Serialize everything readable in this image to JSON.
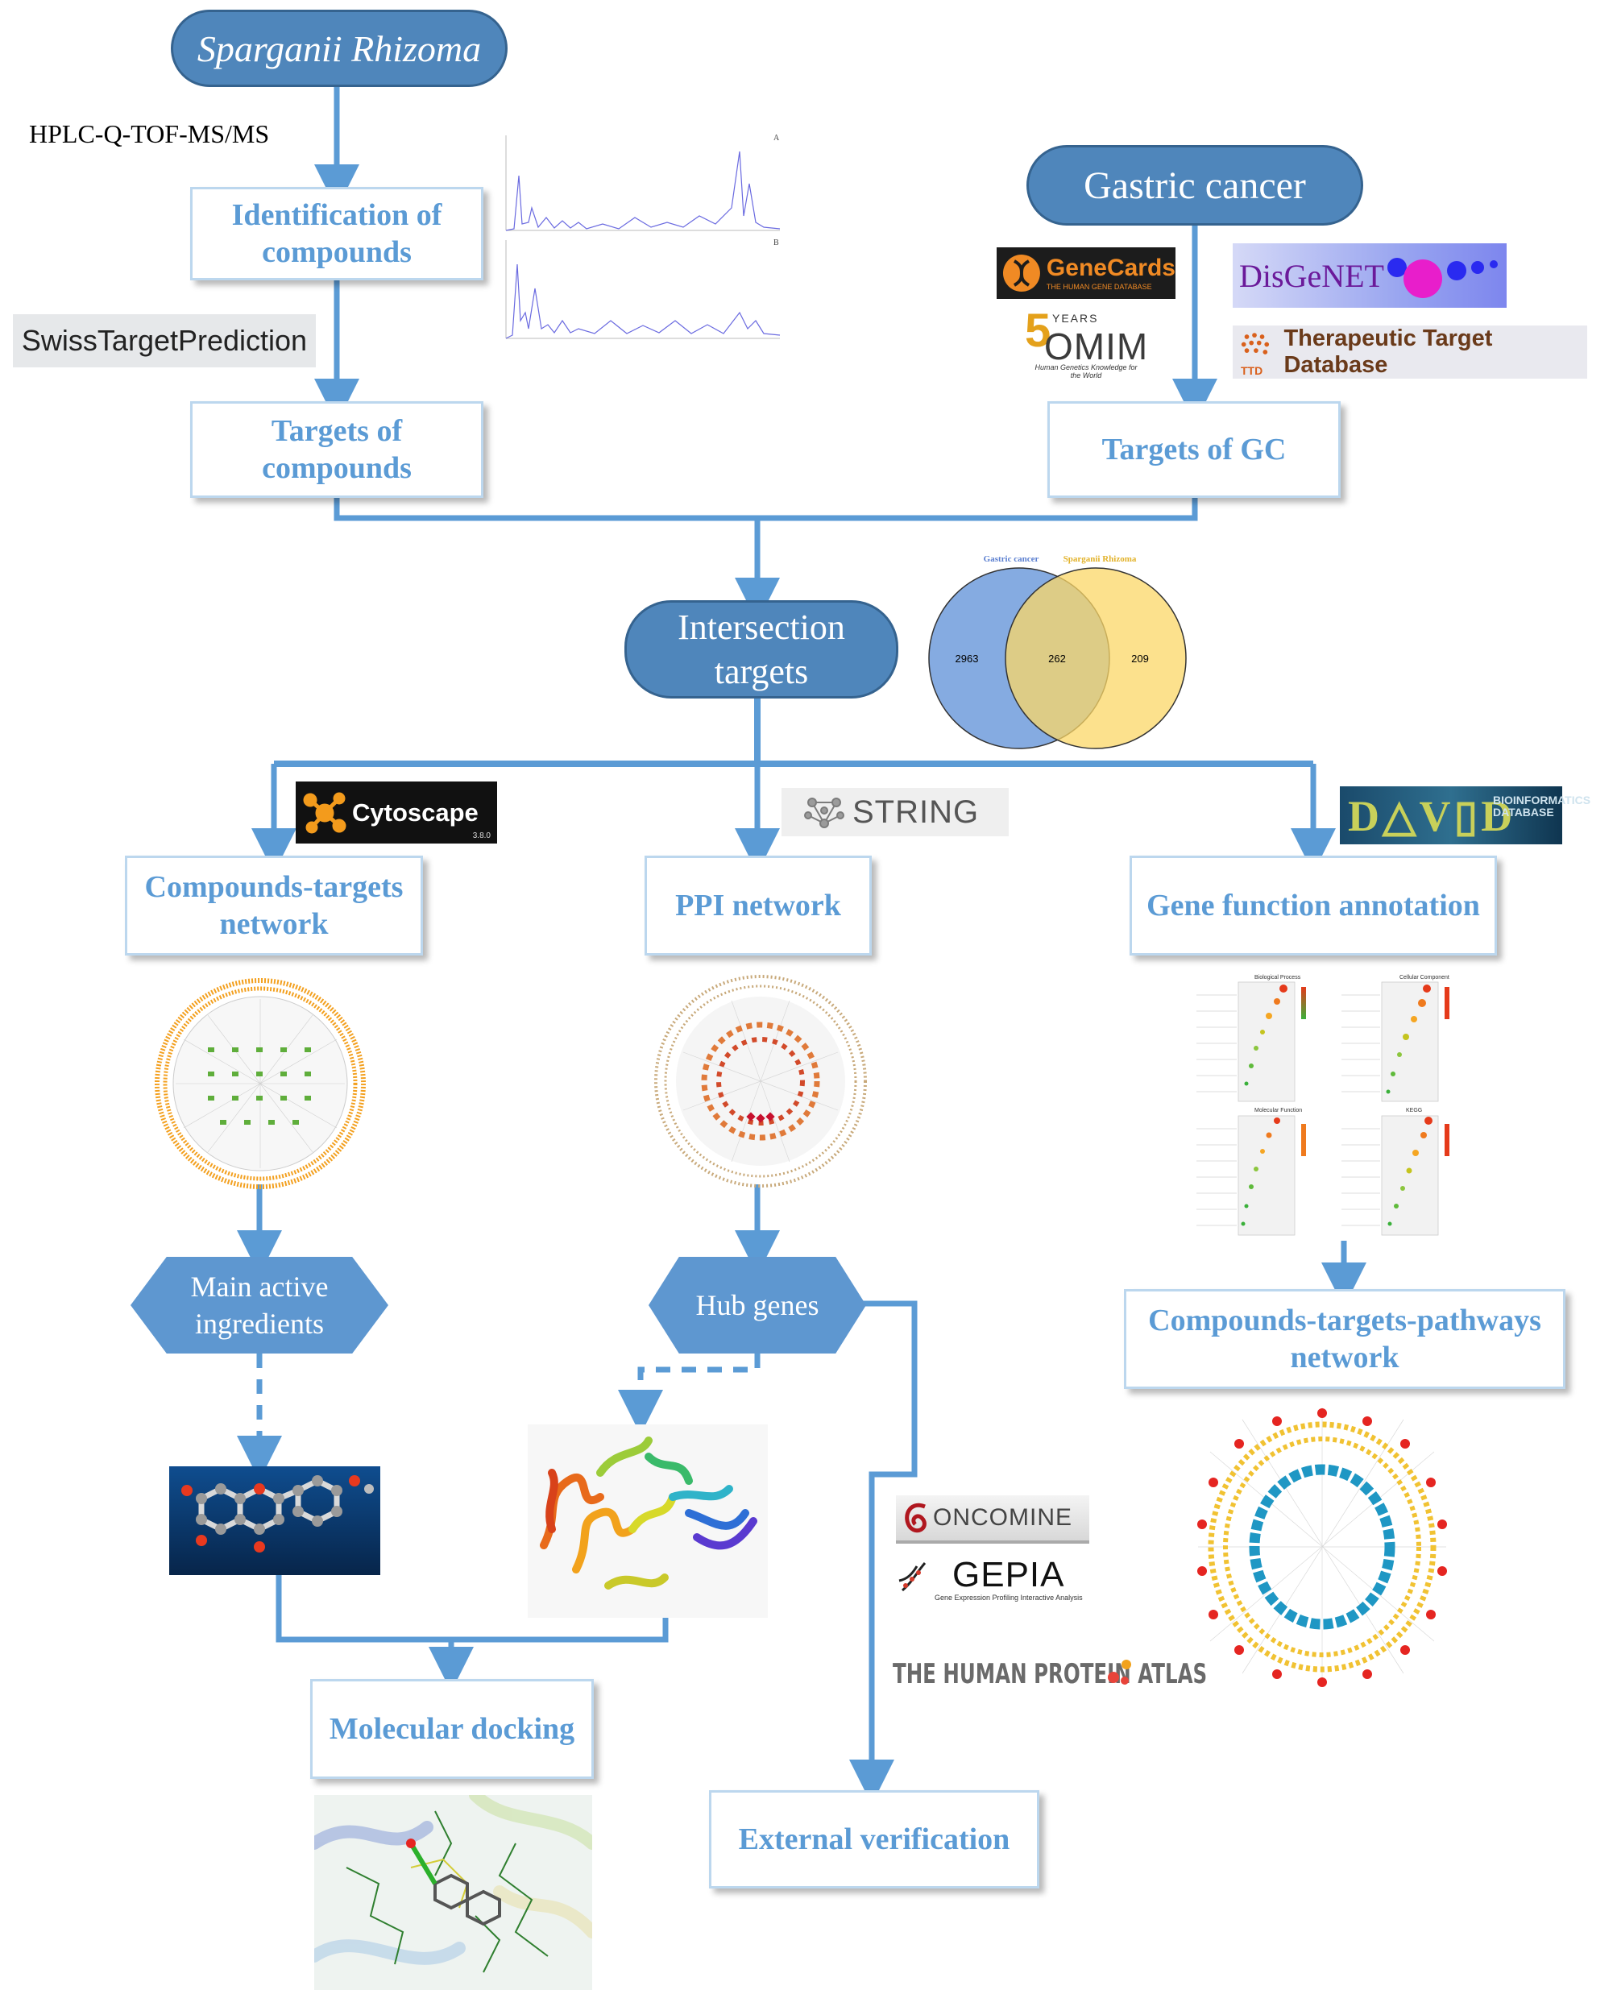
{
  "nodes": {
    "sparganii": "Sparganii Rhizoma",
    "gastric": "Gastric cancer",
    "identification": "Identification of\ncompounds",
    "targets_compounds": "Targets of\ncompounds",
    "targets_gc": "Targets of GC",
    "intersection": "Intersection\ntargets",
    "ct_network": "Compounds-targets\nnetwork",
    "ppi": "PPI network",
    "gene_function": "Gene function annotation",
    "main_active": "Main active\ningredients",
    "hub_genes": "Hub genes",
    "ctp_network": "Compounds-targets-pathways\nnetwork",
    "molecular_docking": "Molecular docking",
    "external": "External verification"
  },
  "labels": {
    "hplc": "HPLC-Q-TOF-MS/MS",
    "swiss": "SwissTargetPrediction"
  },
  "logos": {
    "genecards": "GeneCards",
    "genecards_sub": "THE HUMAN GENE DATABASE",
    "omim_years": "YEARS",
    "omim": "OMIM",
    "omim_sub": "Human Genetics Knowledge for the World",
    "disgenet": "DisGeNET",
    "ttd_abbr": "TTD",
    "ttd": "Therapeutic Target Database",
    "cytoscape": "Cytoscape",
    "cytoscape_ver": "3.8.0",
    "string": "STRING",
    "david_sub": "BIOINFORMATICS DATABASE",
    "oncomine": "ONCOMINE",
    "gepia": "GEPIA",
    "gepia_sub": "Gene Expression Profiling Interactive Analysis",
    "hpa": "THE HUMAN PROTEIN ATLAS"
  },
  "venn": {
    "left_label": "Gastric cancer",
    "right_label": "Sparganii Rhizoma",
    "left_only": "2963",
    "overlap": "262",
    "right_only": "209",
    "left_color": "#7ea6df",
    "right_color": "#fbd767"
  },
  "chromatogram": {
    "panel_a": "A",
    "panel_b": "B"
  },
  "go_panels": [
    "Biological Process",
    "Cellular Component",
    "Molecular Function",
    "KEGG"
  ],
  "colors": {
    "arrow": "#5b9bd5",
    "box_text": "#5b9bd5",
    "pill": "#4f86bb",
    "hex": "#5e97d0"
  }
}
